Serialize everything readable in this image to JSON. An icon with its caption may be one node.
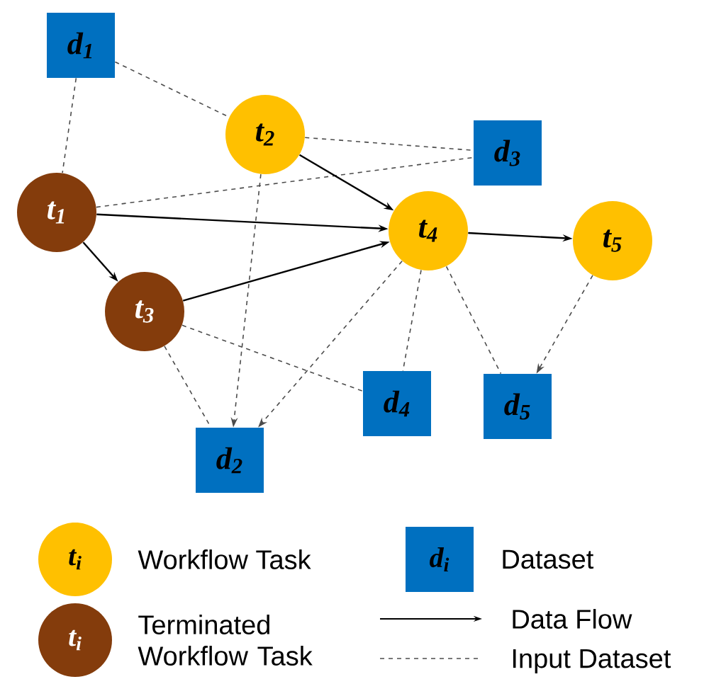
{
  "diagram": {
    "nodes": [
      {
        "text": [
          "d$_{1}$"
        ]
      },
      {
        "text": [
          "t$_{2}$"
        ]
      },
      {
        "text": [
          "d$_{3}$"
        ]
      },
      {
        "text": [
          "t$_{1}$"
        ]
      },
      {
        "text": [
          "t$_{4}$"
        ]
      },
      {
        "text": [
          "t$_{5}$"
        ]
      },
      {
        "text": [
          "t$_{3}$"
        ]
      },
      {
        "text": [
          "d$_{4}$"
        ]
      },
      {
        "text": [
          "d$_{5}$"
        ]
      },
      {
        "text": [
          "d$_{2}$"
        ]
      }
    ],
    "edges": [
      {
        "from": 0,
        "to": 3,
        "arrow": "none",
        "style": "dashed"
      },
      {
        "from": 0,
        "to": 1,
        "arrow": "none",
        "style": "dashed"
      },
      {
        "from": 1,
        "to": 2,
        "arrow": "none",
        "style": "dashed"
      },
      {
        "from": 3,
        "to": 2,
        "arrow": "none",
        "style": "dashed"
      },
      {
        "from": 1,
        "to": 4,
        "arrow": "to"
      },
      {
        "from": 3,
        "to": 4,
        "arrow": "to"
      },
      {
        "from": 3,
        "to": 6,
        "arrow": "to"
      },
      {
        "from": 6,
        "to": 4,
        "arrow": "to"
      },
      {
        "from": 4,
        "to": 5,
        "arrow": "to"
      },
      {
        "from": 1,
        "to": 9,
        "arrow": "to",
        "style": "dashed"
      },
      {
        "from": 6,
        "to": 9,
        "arrow": "none",
        "style": "dashed"
      },
      {
        "from": 4,
        "to": 9,
        "arrow": "to",
        "style": "dashed"
      },
      {
        "from": 6,
        "to": 7,
        "arrow": "none",
        "style": "dashed"
      },
      {
        "from": 4,
        "to": 7,
        "arrow": "none",
        "style": "dashed"
      },
      {
        "from": 4,
        "to": 8,
        "arrow": "none",
        "style": "dashed"
      },
      {
        "from": 5,
        "to": 8,
        "arrow": "to",
        "style": "dashed"
      }
    ],
    "labels": [
      "t$_{i}$",
      "d$_{i}$",
      "t$_{i}$"
    ],
    "legend": [
      {
        "text": "Workflow Task",
        "color": "#ffc000"
      },
      {
        "text": "Dataset",
        "color": "#0070c0"
      },
      {
        "text": "Terminated Workflow Task",
        "color": "#843c0c"
      },
      {
        "text": "Data Flow"
      },
      {
        "text": "Input Dataset"
      }
    ]
  }
}
